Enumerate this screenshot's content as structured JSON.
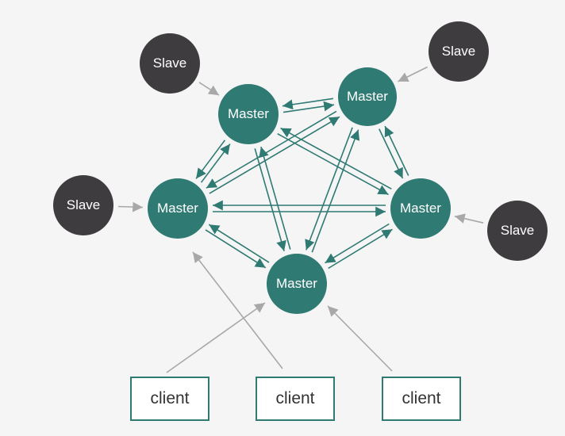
{
  "diagram": {
    "masters": [
      "Master",
      "Master",
      "Master",
      "Master",
      "Master"
    ],
    "slaves": [
      "Slave",
      "Slave",
      "Slave",
      "Slave"
    ],
    "clients": [
      "client",
      "client",
      "client"
    ]
  },
  "colors": {
    "master": "#2f7a73",
    "slave": "#3f3c40",
    "master_link": "#2f7a73",
    "slave_link": "#a8a8a8",
    "client_border": "#2f7a73",
    "background": "#f5f5f5"
  }
}
